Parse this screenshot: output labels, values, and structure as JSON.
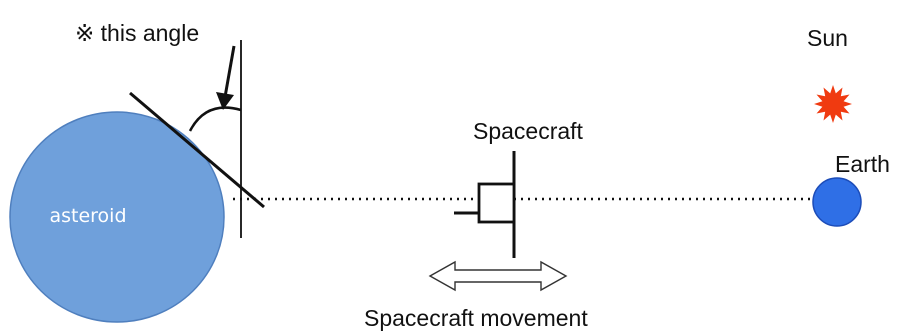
{
  "labels": {
    "angle_note": "※ this angle",
    "sun": "Sun",
    "earth": "Earth",
    "spacecraft": "Spacecraft",
    "asteroid": "asteroid",
    "movement": "Spacecraft movement"
  },
  "colors": {
    "asteroid_fill": "#6fa0db",
    "asteroid_stroke": "#4f7fbe",
    "earth_fill": "#2f6fe6",
    "earth_stroke": "#1c4cb8",
    "sun": "#f03a10",
    "line": "#111111"
  }
}
